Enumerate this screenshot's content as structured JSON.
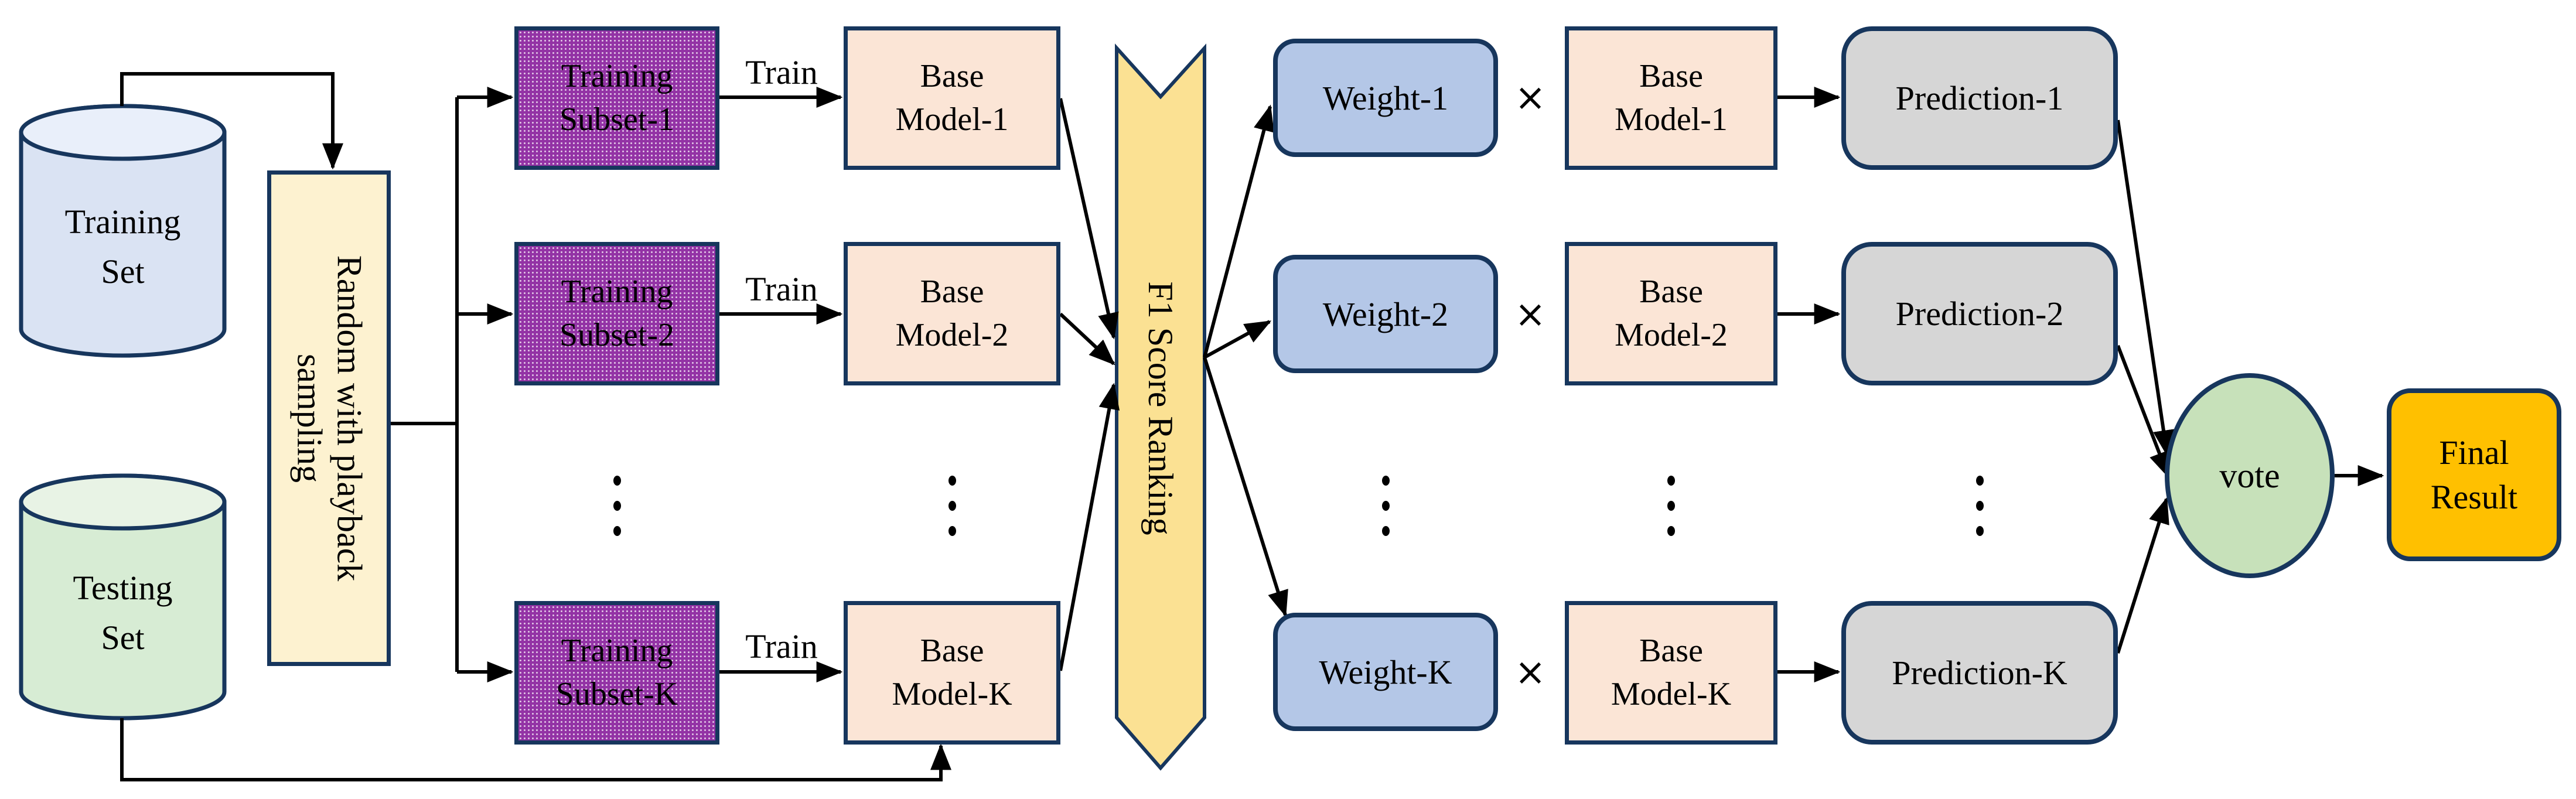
{
  "diagram": {
    "sources": {
      "training_set": {
        "line1": "Training",
        "line2": "Set"
      },
      "testing_set": {
        "line1": "Testing",
        "line2": "Set"
      }
    },
    "sampling": {
      "line1": "Random with playback",
      "line2": "sampling"
    },
    "ranking_label": "F1 Score Ranking",
    "rows": [
      {
        "subset_line1": "Training",
        "subset_line2": "Subset-1",
        "train_label": "Train",
        "model_line1": "Base",
        "model_line2": "Model-1",
        "weight_label": "Weight-1",
        "times": "×",
        "model2_line1": "Base",
        "model2_line2": "Model-1",
        "prediction_label": "Prediction-1"
      },
      {
        "subset_line1": "Training",
        "subset_line2": "Subset-2",
        "train_label": "Train",
        "model_line1": "Base",
        "model_line2": "Model-2",
        "weight_label": "Weight-2",
        "times": "×",
        "model2_line1": "Base",
        "model2_line2": "Model-2",
        "prediction_label": "Prediction-2"
      },
      {
        "subset_line1": "Training",
        "subset_line2": "Subset-K",
        "train_label": "Train",
        "model_line1": "Base",
        "model_line2": "Model-K",
        "weight_label": "Weight-K",
        "times": "×",
        "model2_line1": "Base",
        "model2_line2": "Model-K",
        "prediction_label": "Prediction-K"
      }
    ],
    "vote_label": "vote",
    "final_result": {
      "line1": "Final",
      "line2": "Result"
    },
    "colors": {
      "border_navy": "#17365d",
      "arrow_black": "#000000",
      "training_cylinder_fill": "#dae3f3",
      "testing_cylinder_fill": "#d7ecd4",
      "sampling_box_fill": "#fdf2d0",
      "ribbon_fill": "#fbe193",
      "subset_purple": "#9333a5",
      "model_peach": "#fbe5d6",
      "weight_blue": "#b4c7e7",
      "prediction_gray": "#d6d6d6",
      "vote_green": "#c7e1ba",
      "final_gold": "#ffc000"
    }
  }
}
